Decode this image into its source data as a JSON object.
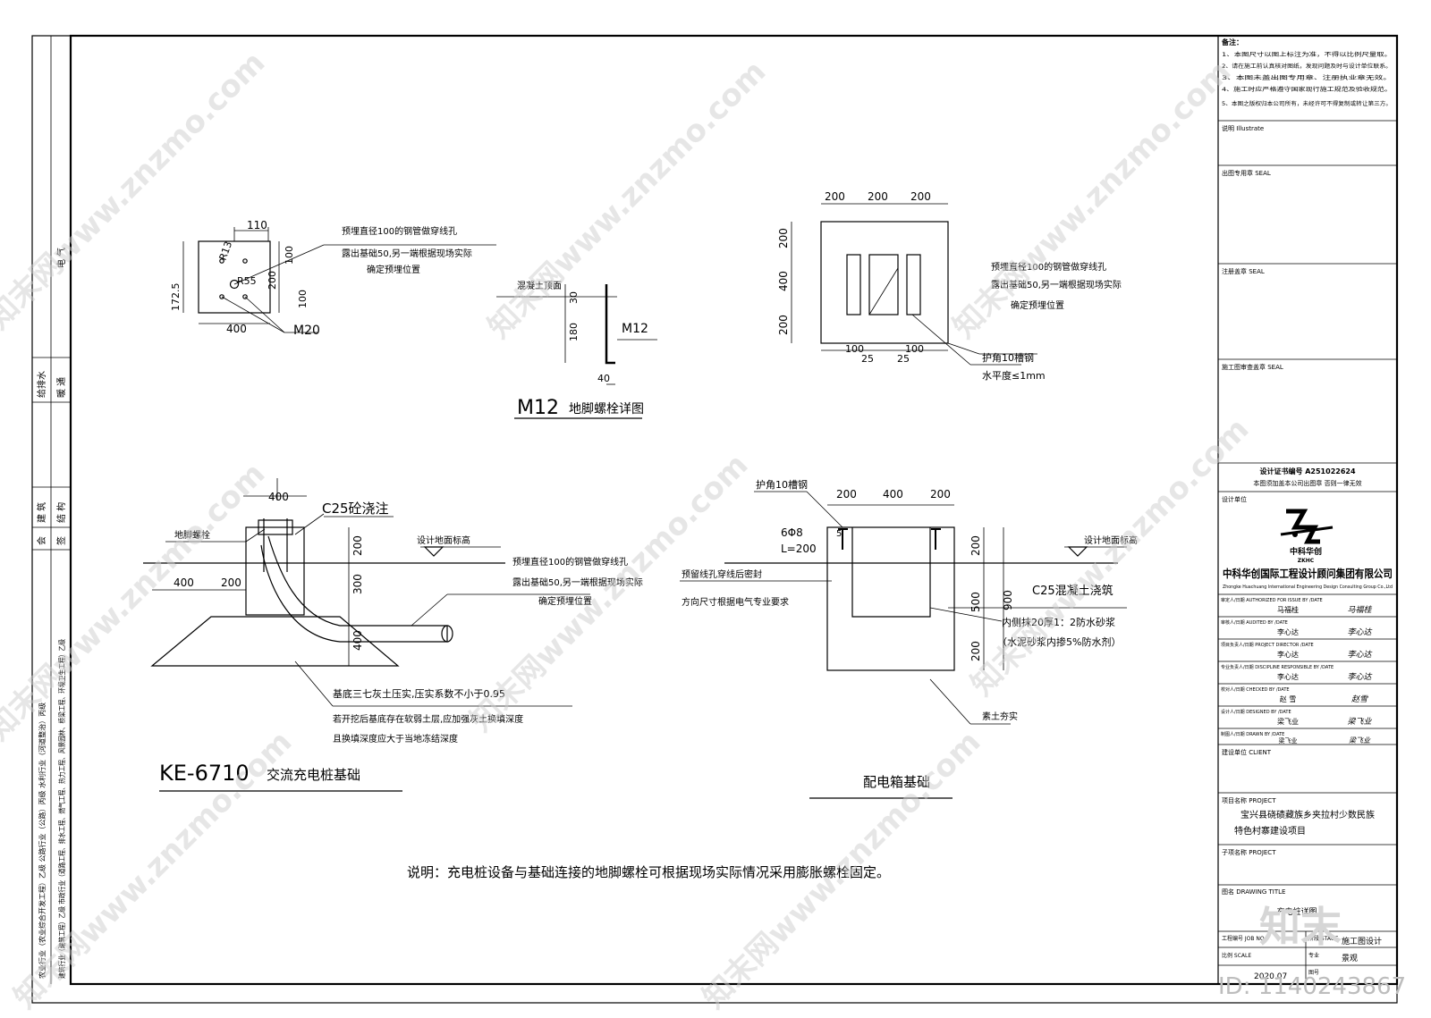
{
  "drawing": {
    "left_strip": {
      "cell_top_1": "电 气",
      "cell_top_2": "给排水",
      "cell_top_3": "暖 通",
      "cell_mid_1": "建 筑",
      "cell_mid_2": "结 构",
      "cell_mid_3": "会",
      "cell_mid_4": "签",
      "vertical_note_1": "农业行业（农业综合开发工程）乙级 公路行业（公路）丙级 水利行业（河道整治）丙级",
      "vertical_note_2": "建筑行业（建筑工程）乙级 市政行业（道路工程、排水工程、燃气工程、热力工程、风景园林、桥梁工程、环境卫生工程）乙级"
    },
    "detail_anchor": {
      "dim_110": "110",
      "dim_r13": "R13",
      "dim_r55": "R55",
      "dim_100a": "100",
      "dim_200": "200",
      "dim_100b": "100",
      "dim_172": "172.5",
      "dim_400": "400",
      "label_m20": "M20",
      "note_l1": "预埋直径100的钢管做穿线孔",
      "note_l2": "露出基础50,另一端根据现场实际",
      "note_l3": "确定预埋位置"
    },
    "detail_m12": {
      "label_concrete_top": "混凝土顶面",
      "dim_30": "30",
      "dim_180": "180",
      "dim_40": "40",
      "label_m12": "M12",
      "title_code": "M12",
      "title_text": "地脚螺栓详图"
    },
    "detail_box_plan": {
      "dim_top_1": "200",
      "dim_top_2": "200",
      "dim_top_3": "200",
      "dim_left_1": "200",
      "dim_left_2": "400",
      "dim_left_3": "200",
      "dim_b_100a": "100",
      "dim_b_25a": "25",
      "dim_b_25b": "25",
      "dim_b_100b": "100",
      "note_l1": "预埋直径100的钢管做穿线孔",
      "note_l2": "露出基础50,另一端根据现场实际",
      "note_l3": "确定预埋位置",
      "channel": "护角10槽钢",
      "level": "水平度≤1mm"
    },
    "detail_pile": {
      "dim_top": "400",
      "concrete": "C25砼浇注",
      "anchor": "地脚螺栓",
      "ground": "设计地面标高",
      "dim_400": "400",
      "dim_200": "200",
      "dim_v200": "200",
      "dim_v300": "300",
      "dim_v400": "400",
      "note_l1": "预埋直径100的钢管做穿线孔",
      "note_l2": "露出基础50,另一端根据现场实际",
      "note_l3": "确定预埋位置",
      "base_l1": "基底三七灰土压实,压实系数不小于0.95",
      "base_l2": "若开挖后基底存在软弱土层,应加强灰土换填深度",
      "base_l3": "且换填深度应大于当地冻结深度",
      "title_code": "KE-6710",
      "title_text": "交流充电桩基础"
    },
    "detail_box_section": {
      "channel": "护角10槽钢",
      "dim_200a": "200",
      "dim_400": "400",
      "dim_200b": "200",
      "rebar_1": "6Φ8",
      "rebar_2": "L=200",
      "rebar_5": "5",
      "ground": "设计地面标高",
      "dim_v200a": "200",
      "dim_v500": "500",
      "dim_v200b": "200",
      "dim_v900": "900",
      "note_a1": "预留线孔穿线后密封",
      "note_a2": "方向尺寸根据电气专业要求",
      "concrete": "C25混凝土浇筑",
      "plaster_1": "内侧抹20厚1：2防水砂浆",
      "plaster_2": "（水泥砂浆内掺5%防水剂）",
      "soil": "素土夯实",
      "title_text": "配电箱基础"
    },
    "bottom_note": "说明：充电桩设备与基础连接的地脚螺栓可根据现场实际情况采用膨胀螺栓固定。"
  },
  "title_block": {
    "notes_title": "备注：",
    "notes": [
      "1、本图尺寸以图上标注为准，不得以比例尺量取。",
      "2、请在施工前认真核对图纸，发现问题及时与设计单位联系。",
      "3、本图未盖出图专用章、注册执业章无效。",
      "4、施工时应严格遵守国家现行施工规范及验收规范。",
      "5、本图之版权归本公司所有，未经许可不得复制或转让第三方。"
    ],
    "illustrate": "说明 Illustrate",
    "seal_1": "出图专用章 SEAL",
    "seal_2": "注册盖章 SEAL",
    "seal_3": "施工图审查盖章 SEAL",
    "cert_line": "设计证书编号 A251022624",
    "cert_sub": "本图须加盖本公司出图章 否则一律无效",
    "design_unit": "设计单位",
    "logo_cn": "中科华创",
    "logo_en": "ZKHC",
    "company_cn": "中科华创国际工程设计顾问集团有限公司",
    "company_en": "Zhongke Huachuang International Engineering Design Consulting Group Co.,Ltd",
    "roles": [
      {
        "label": "审定人/日期 AUTHORIZED FOR ISSUE BY /DATE",
        "name": "马福桂",
        "sign": "马福桂"
      },
      {
        "label": "审核人/日期 AUDITED BY /DATE",
        "name": "李心达",
        "sign": "李心达"
      },
      {
        "label": "项目负责人/日期 PROJECT DIRECTOR /DATE",
        "name": "李心达",
        "sign": "李心达"
      },
      {
        "label": "专业负责人/日期 DISCIPLINE RESPONSIBLE BY /DATE",
        "name": "李心达",
        "sign": "李心达"
      },
      {
        "label": "校对人/日期 CHECKED BY /DATE",
        "name": "赵 雪",
        "sign": "赵雪"
      },
      {
        "label": "设计人/日期 DESIGNED BY /DATE",
        "name": "梁飞业",
        "sign": "梁飞业"
      },
      {
        "label": "制图人/日期 DRAWN BY /DATE",
        "name": "梁飞业",
        "sign": "梁飞业"
      }
    ],
    "client": "建设单位 CLIENT",
    "project_label": "项目名称 PROJECT",
    "project_l1": "宝兴县硗碛藏族乡夹拉村少数民族",
    "project_l2": "特色村寨建设项目",
    "subproject": "子项名称 PROJECT",
    "drawing_title_label": "图名 DRAWING TITLE",
    "drawing_title": "充电桩详图",
    "job_no_label": "工程编号 JOB NO.",
    "stage_label": "阶段 STAGE",
    "stage": "施工图设计",
    "scale_label": "比例 SCALE",
    "discipline_label": "专业",
    "discipline": "景观",
    "date": "2020.07",
    "sheet_label": "图号"
  },
  "watermark": {
    "text": "知末网www.znzmo.com",
    "logo": "知末",
    "id": "ID: 1140243867"
  }
}
